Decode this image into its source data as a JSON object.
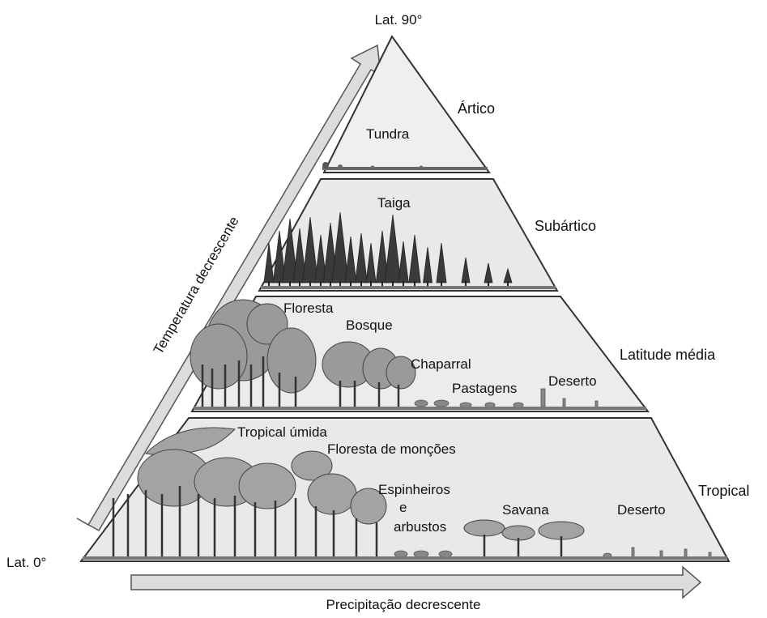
{
  "colors": {
    "band_fill": "#e9e9e9",
    "band_fill_light": "#f1f1f1",
    "outline": "#333333",
    "arrow_fill": "#dcdcdc",
    "arrow_stroke": "#555555",
    "tree_dark": "#3a3a3a",
    "tree_mid": "#777777",
    "foliage": "#9a9a9a"
  },
  "apex_label": "Lat. 90°",
  "base_label": "Lat. 0°",
  "temperature_label": "Temperatura decrescente",
  "precipitation_label": "Precipitação decrescente",
  "zones": [
    {
      "name": "Ártico",
      "biomes": [
        "Tundra"
      ]
    },
    {
      "name": "Subártico",
      "biomes": [
        "Taiga"
      ]
    },
    {
      "name": "Latitude média",
      "biomes": [
        "Floresta",
        "Bosque",
        "Chaparral",
        "Pastagens",
        "Deserto"
      ]
    },
    {
      "name": "Tropical",
      "biomes": [
        "Tropical úmida",
        "Floresta de monções",
        "Espinheiros",
        "e",
        "arbustos",
        "Savana",
        "Deserto"
      ]
    }
  ],
  "icons": {
    "temperature_arrow": "arrow-up-right-icon",
    "precipitation_arrow": "arrow-right-icon"
  }
}
